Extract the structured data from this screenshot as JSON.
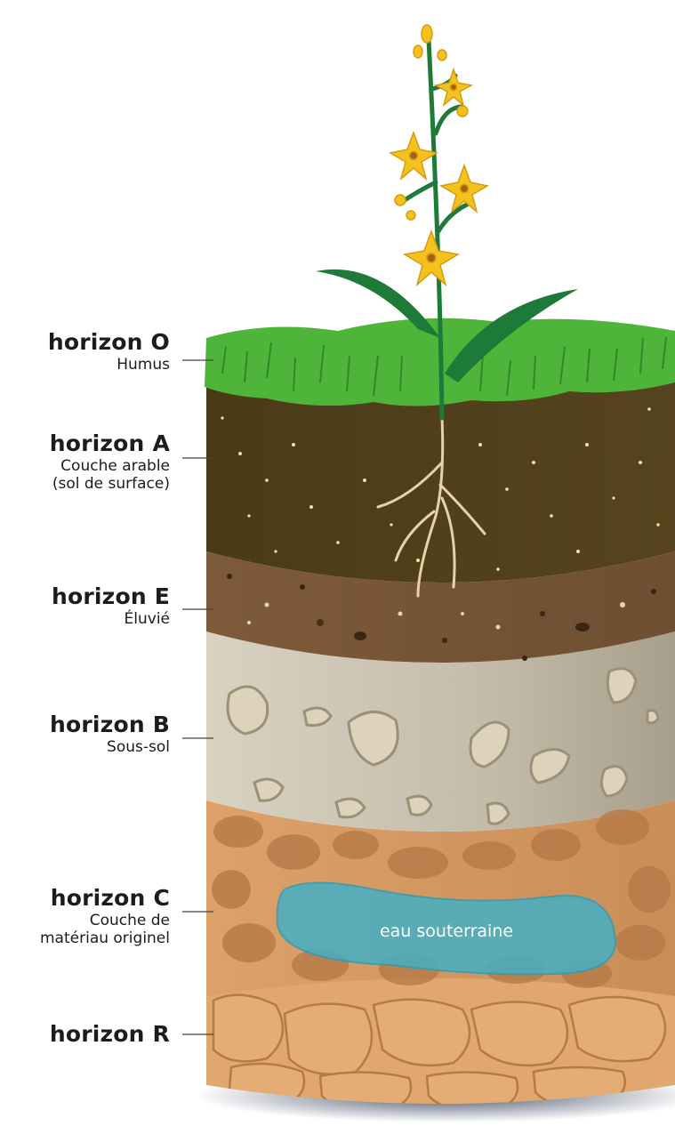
{
  "horizons": [
    {
      "name": "horizon O",
      "sub": "Humus"
    },
    {
      "name": "horizon A",
      "sub": "Couche arable",
      "sub2": "(sol de surface)"
    },
    {
      "name": "horizon E",
      "sub": "Éluvié"
    },
    {
      "name": "horizon B",
      "sub": "Sous-sol"
    },
    {
      "name": "horizon C",
      "sub": "Couche de",
      "sub2": "matériau originel"
    },
    {
      "name": "horizon R"
    }
  ],
  "groundwater_label": "eau souterraine",
  "colors": {
    "grass": "#4fb43a",
    "horizon_a": "#4e3e1a",
    "horizon_e": "#7a5838",
    "horizon_b": "#c8c0ac",
    "horizon_c": "#d69a63",
    "horizon_r": "#e0a870",
    "water": "#3fb0c8",
    "flower": "#f3c21e",
    "stem": "#1e7a38"
  }
}
